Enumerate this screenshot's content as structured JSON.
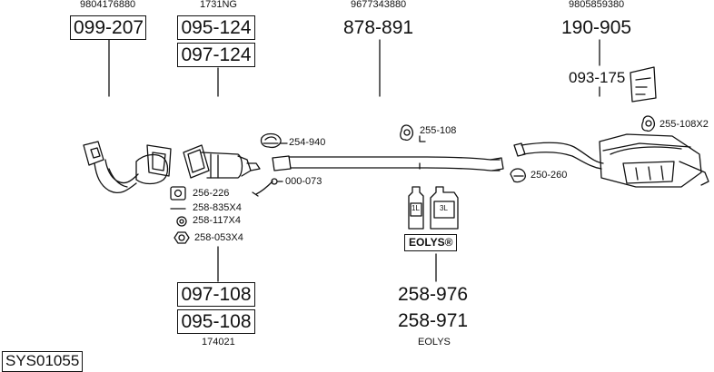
{
  "refs": {
    "ref1": "9804176880",
    "ref2": "1731NG",
    "ref3": "9677343880",
    "ref4": "9805859380",
    "ref5": "174021",
    "ref6": "EOLYS"
  },
  "boxes": {
    "p1": "099-207",
    "p2": "095-124",
    "p3": "097-124",
    "p4": "097-108",
    "p5": "095-108"
  },
  "numbers": {
    "n1": "878-891",
    "n2": "190-905",
    "n3": "093-175",
    "n4": "258-976",
    "n5": "258-971"
  },
  "labels": {
    "l1": "254-940",
    "l2": "000-073",
    "l3": "255-108",
    "l4": "250-260",
    "l5": "255-108X2",
    "l6": "256-226",
    "l7": "258-835X4",
    "l8": "258-117X4",
    "l9": "258-053X4"
  },
  "bottles": {
    "b1": "1L",
    "b2": "3L"
  },
  "eolys_logo": "EOLYS®",
  "system_code": "SYS01055"
}
